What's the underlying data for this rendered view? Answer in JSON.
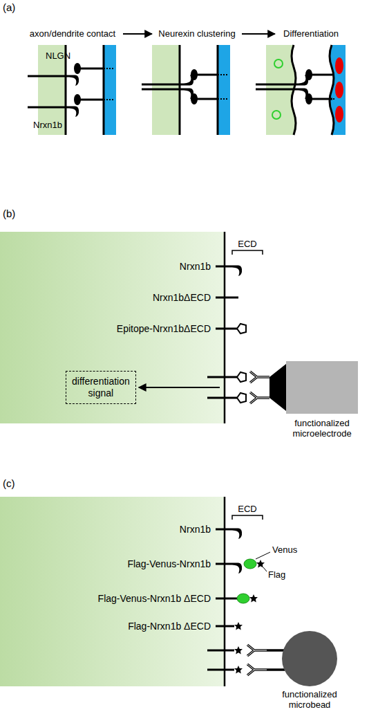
{
  "diagram": {
    "nodes": [
      {
        "text": [
          "differentiation signal"
        ]
      }
    ],
    "labels": [
      "(a)",
      "axon/dendrite contact",
      "Neurexin clustering",
      "Differentiation",
      "NLGN",
      "Nrxn1b",
      "(b)",
      "ECD",
      "Nrxn1b",
      "Nrxn1bΔECD",
      "Epitope-Nrxn1bΔECD",
      "functionalized microelectrode",
      "(c)",
      "ECD",
      "Nrxn1b",
      "Flag-Venus-Nrxn1b",
      "Venus",
      "Flag",
      "Flag-Venus-Nrxn1b ΔECD",
      "Flag-Nrxn1b ΔECD",
      "functionalized microbead"
    ]
  }
}
